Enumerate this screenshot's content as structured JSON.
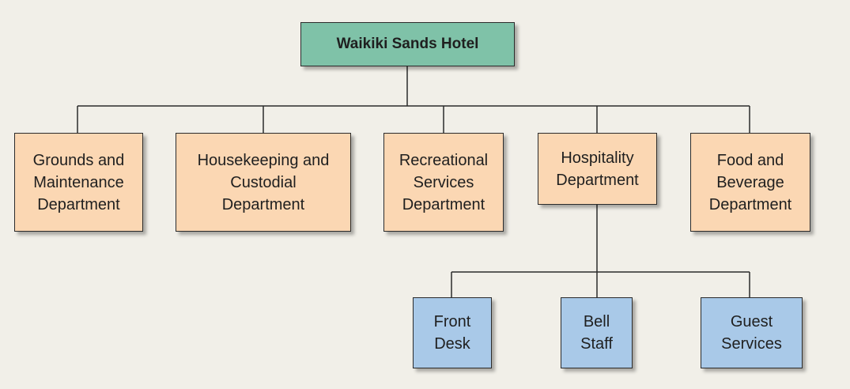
{
  "colors": {
    "background": "#f1efe8",
    "root_fill": "#7fc2a8",
    "department_fill": "#fbd7b3",
    "sub_unit_fill": "#a9c9e8",
    "line": "#2b2b2b"
  },
  "chart": {
    "root": "Waikiki Sands Hotel",
    "departments": [
      "Grounds and\nMaintenance\nDepartment",
      "Housekeeping and\nCustodial\nDepartment",
      "Recreational\nServices\nDepartment",
      "Hospitality\nDepartment",
      "Food and\nBeverage\nDepartment"
    ],
    "hospitality_units": [
      "Front\nDesk",
      "Bell\nStaff",
      "Guest\nServices"
    ]
  }
}
